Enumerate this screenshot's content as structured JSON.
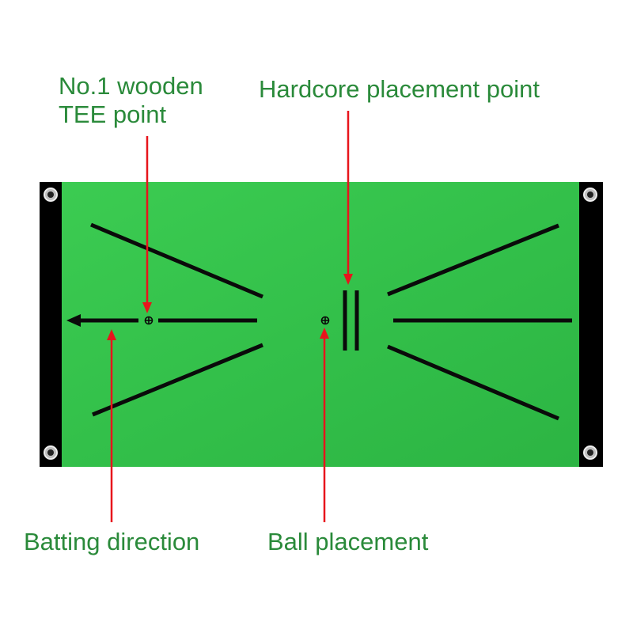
{
  "labels": {
    "tee_line1": "No.1 wooden",
    "tee_line2": "TEE point",
    "hardcore": "Hardcore placement point",
    "batting": "Batting direction",
    "ball": "Ball placement"
  },
  "colors": {
    "label_text": "#2a8a3a",
    "mat_green": "#34c24a",
    "edge_black": "#000000",
    "arrow_red": "#e8141c",
    "mat_marks": "#0a0a0a"
  },
  "icons": {
    "tee_marker": "crosshair-circle-icon",
    "ball_marker": "crosshair-circle-icon",
    "grommets": "grommet-icon"
  }
}
